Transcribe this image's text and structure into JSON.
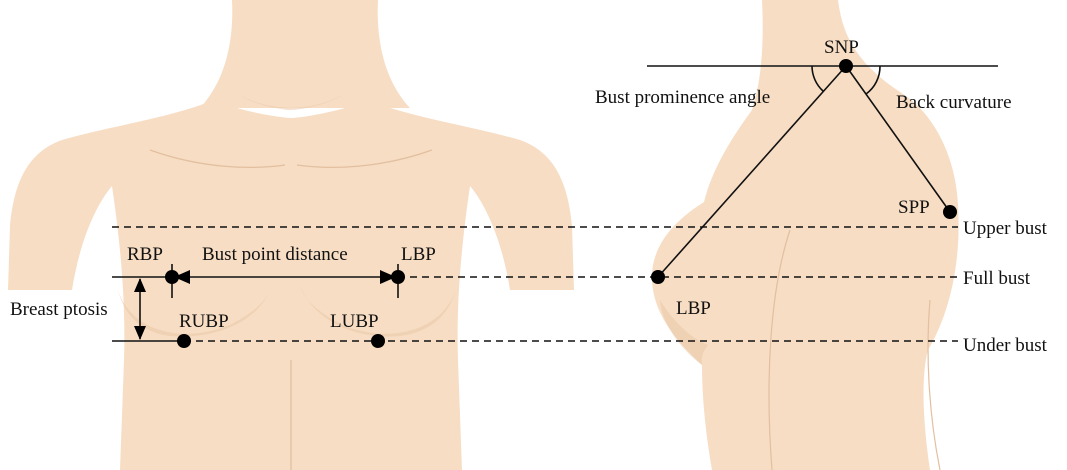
{
  "front_view": {
    "points": {
      "rbp": "RBP",
      "lbp": "LBP",
      "rubp": "RUBP",
      "lubp": "LUBP"
    },
    "measurements": {
      "bust_point_distance": "Bust point distance",
      "breast_ptosis": "Breast ptosis"
    }
  },
  "side_view": {
    "points": {
      "snp": "SNP",
      "spp": "SPP",
      "lbp": "LBP"
    },
    "angles": {
      "bust_prominence": "Bust prominence angle",
      "back_curvature": "Back curvature"
    }
  },
  "levels": {
    "upper_bust": "Upper bust",
    "full_bust": "Full bust",
    "under_bust": "Under bust"
  },
  "colors": {
    "skin": "#f7ddc4",
    "skin_shade": "#e9c6a6",
    "line": "#111111",
    "point": "#000000"
  }
}
